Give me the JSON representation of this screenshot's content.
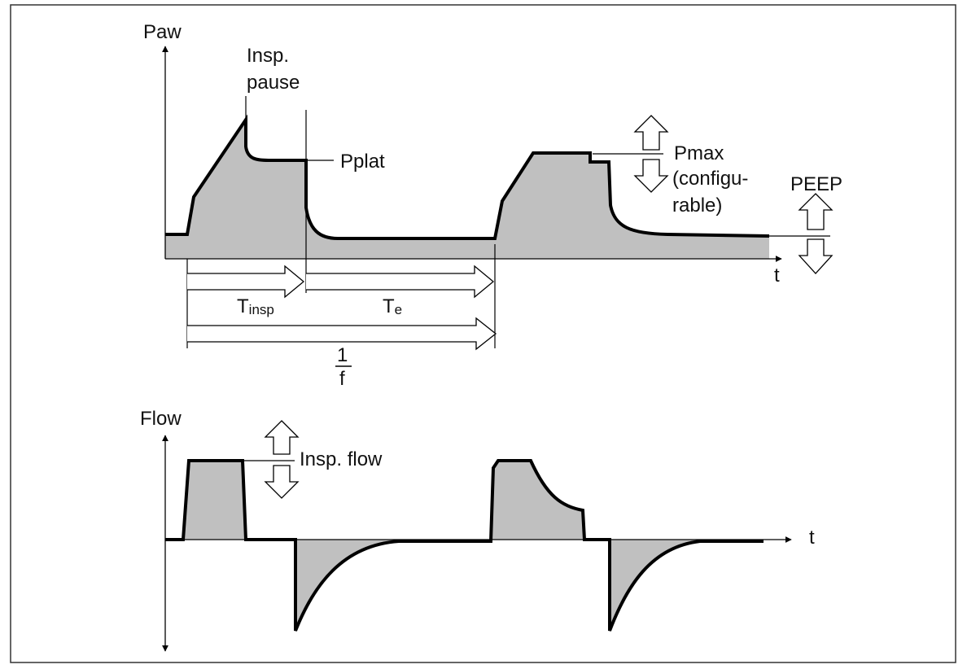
{
  "paw_chart": {
    "y_axis_label": "Paw",
    "x_axis_label": "t",
    "insp_pause_line1": "Insp.",
    "insp_pause_line2": "pause",
    "pplat_main": "P",
    "pplat_sub": "plat",
    "pmax_main": "P",
    "pmax_sub": "max",
    "pmax_line2": "(configu-",
    "pmax_line3": "rable)",
    "peep_label": "PEEP",
    "tinsp_main": "T",
    "tinsp_sub": "insp",
    "te_main": "T",
    "te_sub": "e",
    "freq_numerator": "1",
    "freq_denominator": "f"
  },
  "flow_chart": {
    "y_axis_label": "Flow",
    "x_axis_label": "t",
    "insp_flow_label": "Insp. flow"
  },
  "colors": {
    "fill": "#c0c0c0",
    "stroke": "#000000",
    "frame": "#333333"
  },
  "icons": [
    "up-arrow-icon",
    "down-arrow-icon",
    "right-arrow-icon"
  ]
}
